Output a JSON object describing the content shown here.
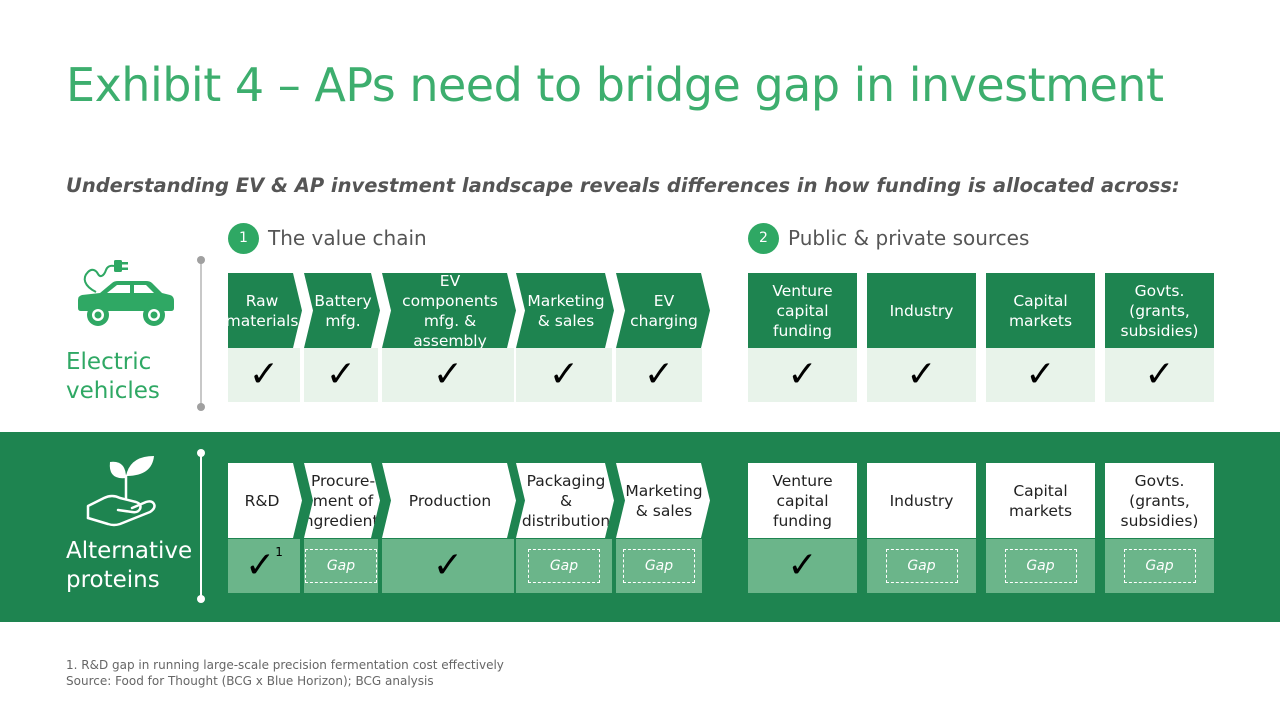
{
  "title": "Exhibit 4 – APs need to bridge gap in investment",
  "subtitle": "Understanding EV & AP investment landscape reveals differences in how funding is allocated across:",
  "sections": [
    {
      "number": "1",
      "label": "The value chain"
    },
    {
      "number": "2",
      "label": "Public & private sources"
    }
  ],
  "rows": {
    "ev": {
      "label": "Electric vehicles",
      "value_chain": [
        {
          "label": "Raw materials",
          "status": "check"
        },
        {
          "label": "Battery mfg.",
          "status": "check"
        },
        {
          "label": "EV components mfg. & assembly",
          "status": "check"
        },
        {
          "label": "Marketing & sales",
          "status": "check"
        },
        {
          "label": "EV charging",
          "status": "check"
        }
      ],
      "sources": [
        {
          "label": "Venture capital funding",
          "status": "check"
        },
        {
          "label": "Industry",
          "status": "check"
        },
        {
          "label": "Capital markets",
          "status": "check"
        },
        {
          "label": "Govts. (grants, subsidies)",
          "status": "check"
        }
      ]
    },
    "ap": {
      "label": "Alternative proteins",
      "value_chain": [
        {
          "label": "R&D",
          "status": "check",
          "superscript": "1"
        },
        {
          "label": "Procure-ment of ingredients",
          "status": "gap"
        },
        {
          "label": "Production",
          "status": "check"
        },
        {
          "label": "Packaging & distribution",
          "status": "gap"
        },
        {
          "label": "Marketing & sales",
          "status": "gap"
        }
      ],
      "sources": [
        {
          "label": "Venture capital funding",
          "status": "check"
        },
        {
          "label": "Industry",
          "status": "gap"
        },
        {
          "label": "Capital markets",
          "status": "gap"
        },
        {
          "label": "Govts. (grants, subsidies)",
          "status": "gap"
        }
      ]
    }
  },
  "check_symbol": "✓",
  "gap_label": "Gap",
  "footnotes": [
    "1. R&D gap in running large-scale precision fermentation cost effectively",
    "Source: Food for Thought (BCG x Blue Horizon); BCG analysis"
  ],
  "colors": {
    "title": "#3dae6e",
    "dark_green": "#1e8450",
    "light_green_cell": "#e8f3ea",
    "mid_green_cell": "#6bb58a",
    "ev_icon": "#2fa864"
  }
}
